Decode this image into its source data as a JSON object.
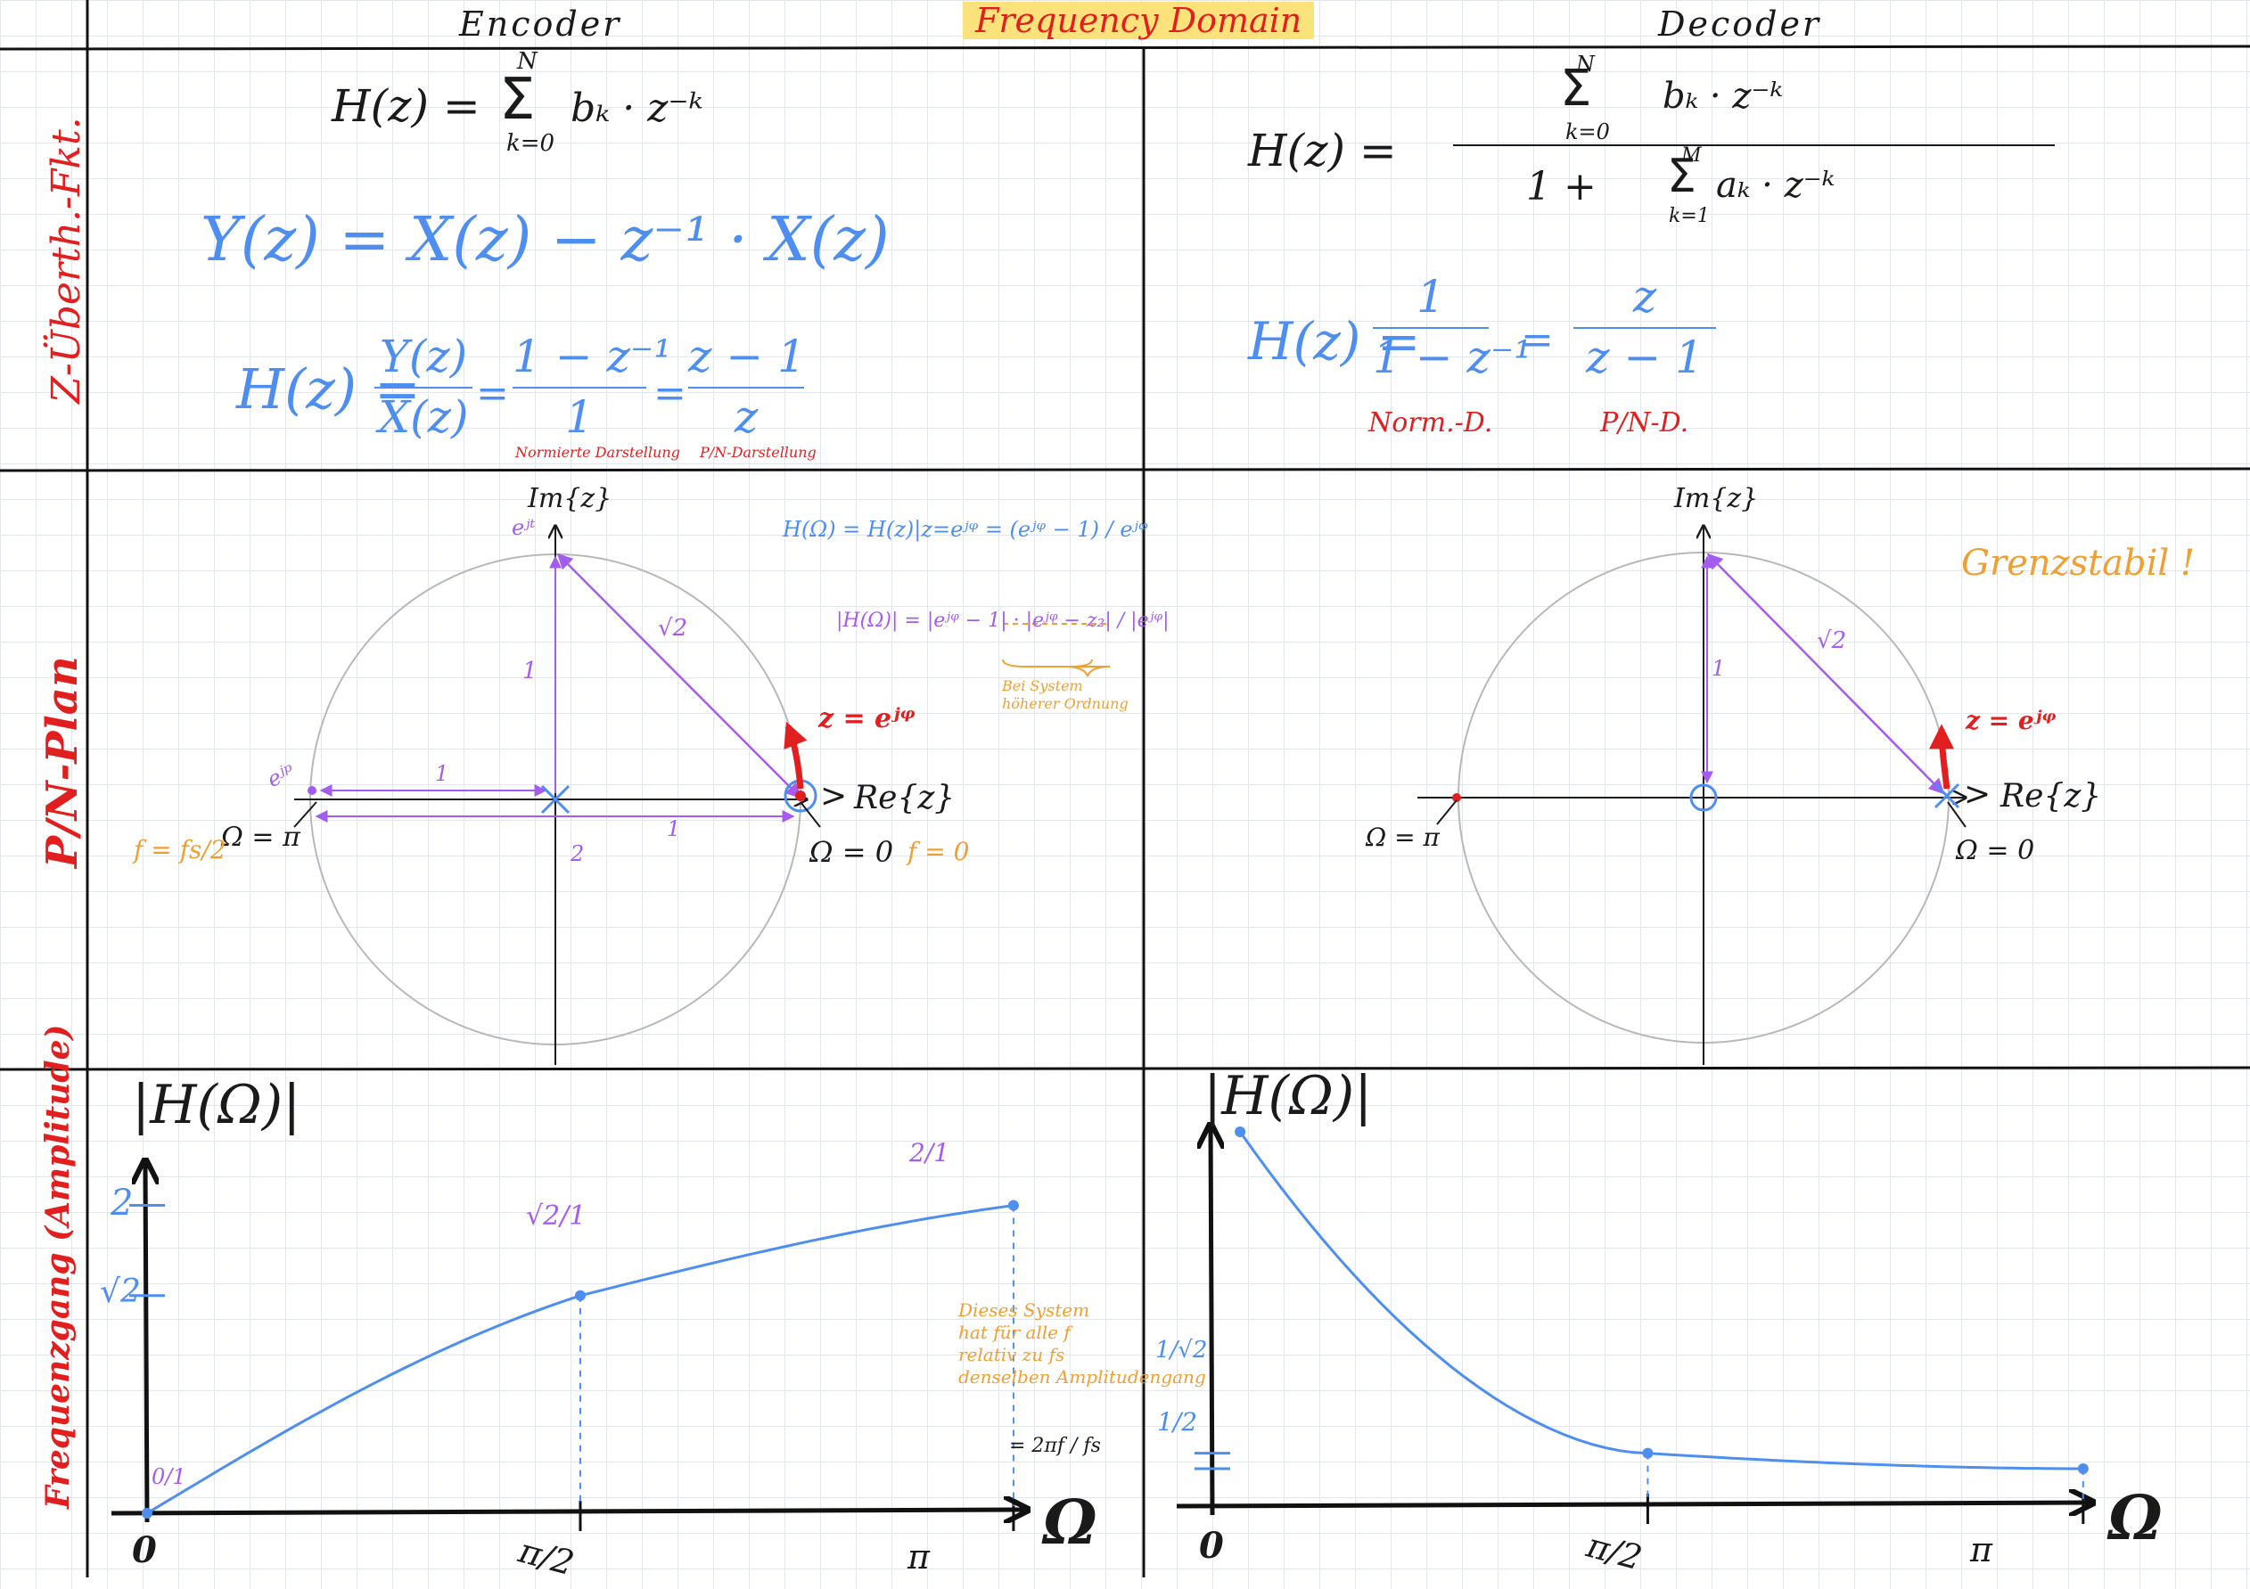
{
  "header": {
    "encoder": "Encoder",
    "decoder": "Decoder",
    "title": "Frequency Domain"
  },
  "rows": {
    "transfer": "Z-Überth.-Fkt.",
    "pn": "P/N-Plan",
    "freq_resp": "Frequenzgang (Amplitude)"
  },
  "encoder_tf": {
    "general_lhs": "H(z) =",
    "general_sum_top": "N",
    "general_sum_bottom": "k=0",
    "general_sum_body": "bₖ · z⁻ᵏ",
    "diff_eq": "Y(z) = X(z) − z⁻¹ · X(z)",
    "h_lhs": "H(z) =",
    "h_frac1_num": "Y(z)",
    "h_frac1_den": "X(z)",
    "h_frac2_num": "1 − z⁻¹",
    "h_frac2_den": "1",
    "h_frac3_num": "z − 1",
    "h_frac3_den": "z",
    "label_norm": "Normierte Darstellung",
    "label_pn": "P/N-Darstellung"
  },
  "decoder_tf": {
    "general_lhs": "H(z) =",
    "num_sum_top": "N",
    "num_sum_bottom": "k=0",
    "num_body": "bₖ · z⁻ᵏ",
    "den_prefix": "1 +",
    "den_sum_top": "M",
    "den_sum_bottom": "k=1",
    "den_body": "aₖ · z⁻ᵏ",
    "h_lhs": "H(z) =",
    "h_frac1_num": "1",
    "h_frac1_den": "1 − z⁻¹",
    "h_frac2_num": "z",
    "h_frac2_den": "z − 1",
    "label_norm": "Norm.-D.",
    "label_pn": "P/N-D."
  },
  "encoder_pn": {
    "im_axis": "Im{z}",
    "re_axis": "Re{z}",
    "e_top": "eʲᵗ",
    "e_left": "eʲᵖ",
    "z_label": "z = eʲᵠ",
    "omega_pi": "Ω = π",
    "omega_zero": "Ω = 0",
    "f_half": "f = fs/2",
    "f_zero": "f = 0",
    "len_one_vert": "1",
    "len_sqrt2": "√2",
    "len_one_left": "1",
    "len_one_right": "1",
    "len_two": "2",
    "eq1": "H(Ω) = H(z)|z=eʲᵠ = (eʲᵠ − 1) / eʲᵠ",
    "eq2": "|H(Ω)| = |eʲᵠ − 1| · |eʲᵠ − z₂| / |eʲᵠ|",
    "note_higher": "Bei System\nhöherer Ordnung"
  },
  "decoder_pn": {
    "im_axis": "Im{z}",
    "re_axis": "Re{z}",
    "z_label": "z = eʲᵠ",
    "omega_pi": "Ω = π",
    "omega_zero": "Ω = 0",
    "len_one": "1",
    "len_sqrt2": "√2",
    "stability": "Grenzstabil !"
  },
  "encoder_fr": {
    "y_label": "|H(Ω)|",
    "x_label": "Ω",
    "tick_2": "2",
    "tick_sqrt2": "√2",
    "x_0": "0",
    "x_pi2": "π/2",
    "x_pi": "π",
    "ann_start": "0/1",
    "ann_mid": "√2/1",
    "ann_end": "2/1",
    "note": "Dieses System\nhat für alle f\nrelativ zu fs\ndenselben Amplitudengang",
    "omega_def": "= 2πf / fs"
  },
  "decoder_fr": {
    "y_label": "|H(Ω)|",
    "x_label": "Ω",
    "tick_inv_sqrt2": "1/√2",
    "tick_half": "1/2",
    "x_0": "0",
    "x_pi2": "π/2",
    "x_pi": "π"
  },
  "chart_data": [
    {
      "type": "line",
      "title": "",
      "xlabel": "Ω",
      "ylabel": "|H(Ω)|",
      "categories": [
        "0",
        "π/2",
        "π"
      ],
      "x": [
        0,
        1.5708,
        3.1416
      ],
      "series": [
        {
          "values": [
            0,
            1.414,
            2
          ]
        }
      ],
      "ylim": [
        0,
        2.2
      ],
      "xlim": [
        0,
        3.2
      ]
    },
    {
      "type": "line",
      "title": "",
      "xlabel": "Ω",
      "ylabel": "|H(Ω)|",
      "categories": [
        "0",
        "π/2",
        "π"
      ],
      "x": [
        0.1,
        1.5708,
        3.1416
      ],
      "series": [
        {
          "values": [
            5,
            0.707,
            0.5
          ]
        }
      ],
      "ylim": [
        0,
        5
      ],
      "xlim": [
        0,
        3.2
      ]
    }
  ],
  "colors": {
    "ink": "#1a1a1a",
    "blue": "#4d8ef0",
    "red": "#e21f1f",
    "orange": "#f0a032",
    "purple": "#a45cf0",
    "highlight": "#fbe27a"
  }
}
